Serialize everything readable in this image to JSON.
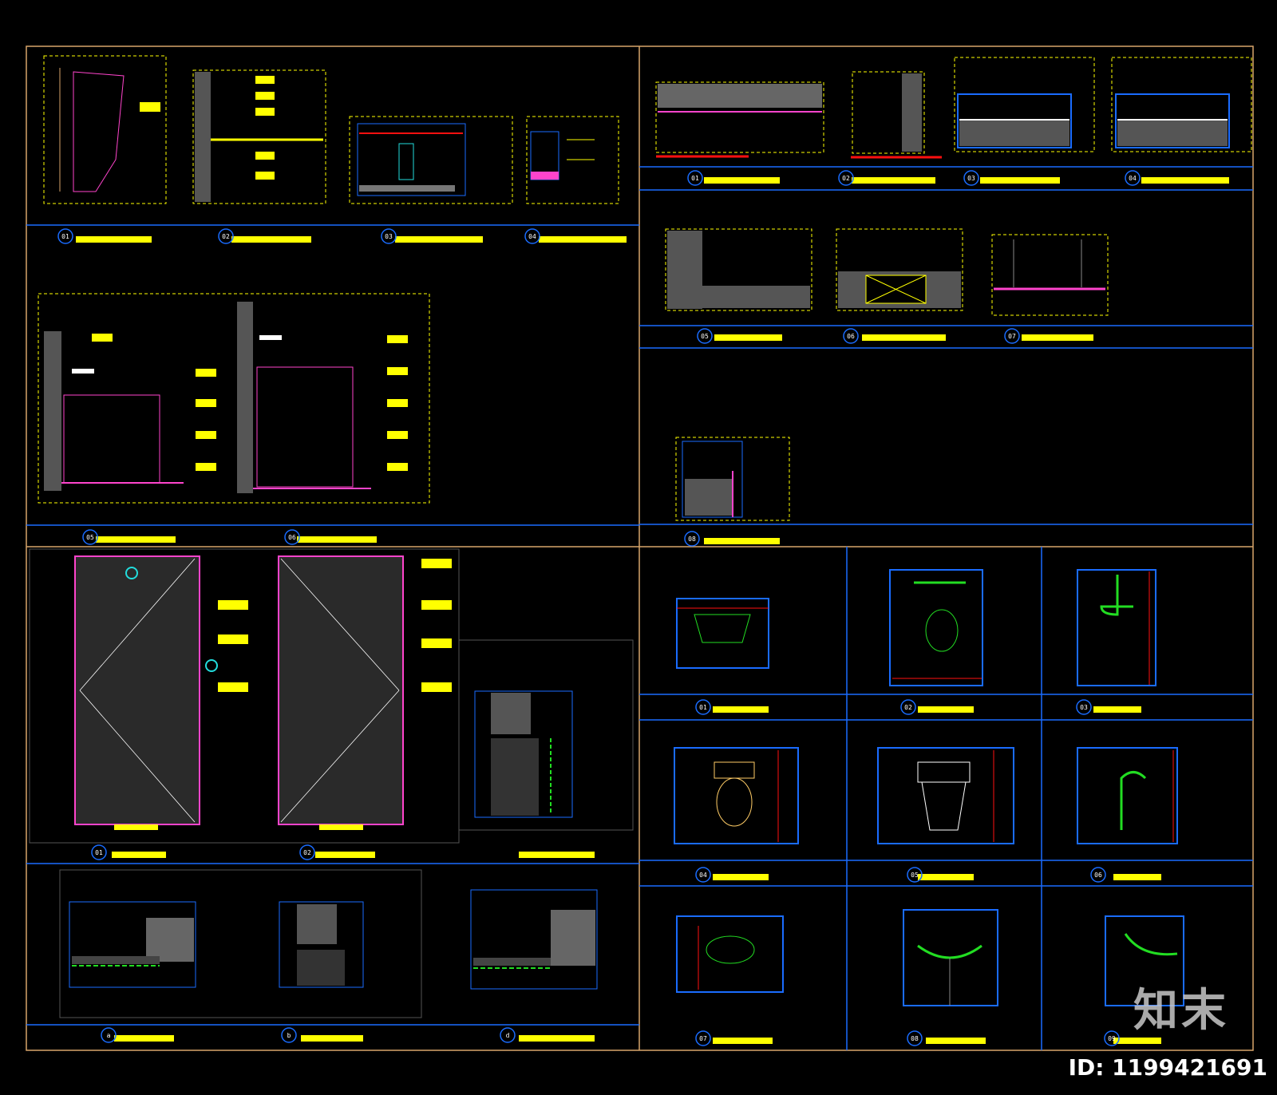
{
  "sheet": {
    "background": "#000000",
    "colors": {
      "frame": "#d8a56a",
      "blue_line": "#1a6cff",
      "yellow": "#ffff00",
      "magenta": "#ff44cc",
      "red": "#ff1010",
      "green": "#22dd22",
      "cyan": "#22dddd",
      "white": "#ffffff"
    }
  },
  "panels": {
    "top_left": {
      "tags": [
        "01",
        "02",
        "03",
        "04",
        "05",
        "06"
      ]
    },
    "top_right": {
      "tags": [
        "01",
        "02",
        "03",
        "04",
        "05",
        "06",
        "07",
        "08"
      ]
    },
    "bottom_left": {
      "tags": [
        "01",
        "02",
        "a",
        "b",
        "d"
      ]
    },
    "bottom_right": {
      "tags": [
        "01",
        "02",
        "03",
        "04",
        "05",
        "06",
        "07",
        "08",
        "09"
      ]
    }
  },
  "watermark": {
    "logo": "知末",
    "id_label": "ID: 1199421691"
  }
}
